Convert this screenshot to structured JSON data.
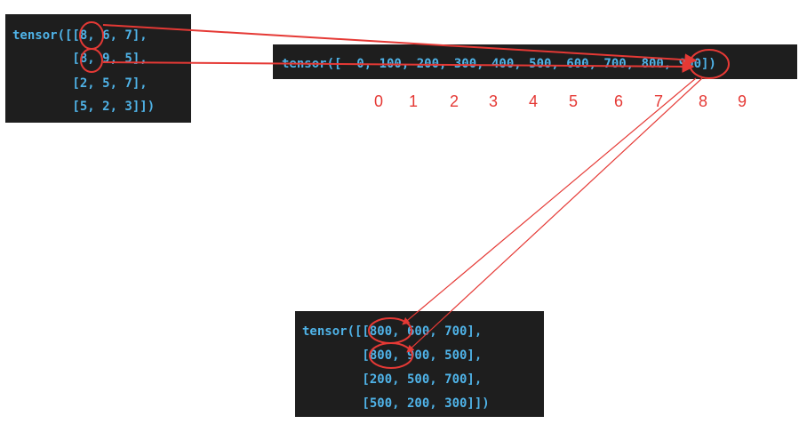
{
  "index_tensor": {
    "lines": [
      "tensor([[8, 6, 7],",
      "        [8, 9, 5],",
      "        [2, 5, 7],",
      "        [5, 2, 3]])"
    ]
  },
  "source_tensor": {
    "line": "tensor([  0, 100, 200, 300, 400, 500, 600, 700, 800, 900])"
  },
  "position_labels": [
    "0",
    "1",
    "2",
    "3",
    "4",
    "5",
    "6",
    "7",
    "8",
    "9"
  ],
  "result_tensor": {
    "lines": [
      "tensor([[800, 600, 700],",
      "        [800, 900, 500],",
      "        [200, 500, 700],",
      "        [500, 200, 300]])"
    ]
  },
  "colors": {
    "annotation": "#e53935",
    "code_text": "#4fb3e8",
    "code_bg": "#1e1e1e"
  }
}
